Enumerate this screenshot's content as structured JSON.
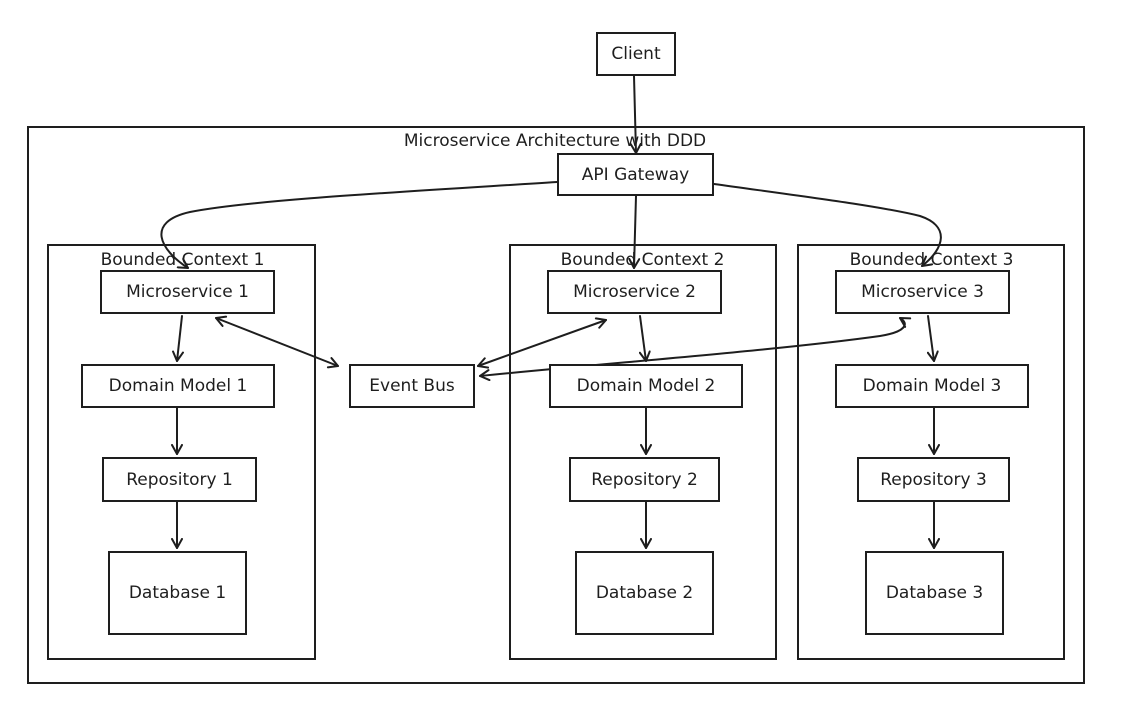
{
  "diagram": {
    "client": "Client",
    "outer_title": "Microservice Architecture with DDD",
    "gateway": "API Gateway",
    "event_bus": "Event Bus",
    "contexts": [
      {
        "title": "Bounded Context 1",
        "microservice": "Microservice 1",
        "domain": "Domain Model 1",
        "repository": "Repository 1",
        "database": "Database 1"
      },
      {
        "title": "Bounded Context 2",
        "microservice": "Microservice 2",
        "domain": "Domain Model 2",
        "repository": "Repository 2",
        "database": "Database 2"
      },
      {
        "title": "Bounded Context 3",
        "microservice": "Microservice 3",
        "domain": "Domain Model 3",
        "repository": "Repository 3",
        "database": "Database 3"
      }
    ]
  }
}
